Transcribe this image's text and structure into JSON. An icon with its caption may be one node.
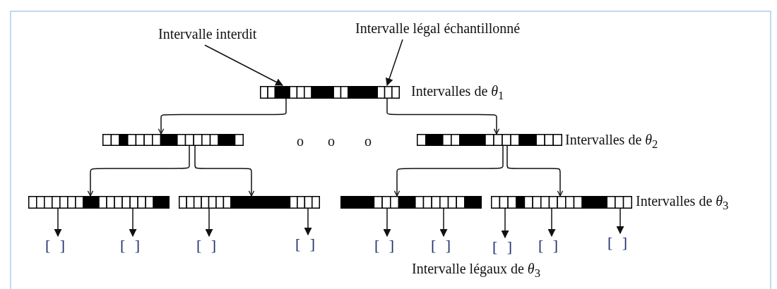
{
  "diagram": {
    "nodes": [
      {
        "text": [
          "Intervalle interdit"
        ]
      },
      {
        "text": [
          "Intervalle légal échantillonné"
        ]
      },
      {
        "text": [],
        "shape": "bar",
        "beside": [
          "Intervalles de *θ*$_{1}$"
        ]
      },
      {
        "text": [],
        "shape": "bar"
      },
      {
        "text": [],
        "shape": "bar",
        "beside": [
          "Intervalles de *θ*$_{2}$"
        ]
      },
      {
        "text": [],
        "shape": "bar"
      },
      {
        "text": [],
        "shape": "bar"
      },
      {
        "text": [],
        "shape": "bar"
      },
      {
        "text": [],
        "shape": "bar",
        "beside": [
          "Intervalles de *θ*$_{3}$"
        ]
      },
      {
        "text": [
          "[ ]"
        ]
      },
      {
        "text": [
          "[ ]"
        ]
      },
      {
        "text": [
          "[ ]"
        ]
      },
      {
        "text": [
          "[ ]"
        ]
      },
      {
        "text": [
          "[ ]"
        ]
      },
      {
        "text": [
          "[ ]"
        ]
      },
      {
        "text": [
          "[ ]"
        ]
      },
      {
        "text": [
          "[ ]"
        ]
      },
      {
        "text": [
          "[ ]"
        ]
      }
    ],
    "edges": [
      {
        "from": 0,
        "to": 2,
        "arrow": "to"
      },
      {
        "from": 1,
        "to": 2,
        "arrow": "to"
      },
      {
        "from": 2,
        "to": 3,
        "arrow": "to"
      },
      {
        "from": 2,
        "to": 4,
        "arrow": "to"
      },
      {
        "from": 3,
        "to": 5,
        "arrow": "to"
      },
      {
        "from": 3,
        "to": 6,
        "arrow": "to"
      },
      {
        "from": 4,
        "to": 7,
        "arrow": "to"
      },
      {
        "from": 4,
        "to": 8,
        "arrow": "to"
      },
      {
        "from": 5,
        "to": 9,
        "arrow": "to"
      },
      {
        "from": 5,
        "to": 10,
        "arrow": "to"
      },
      {
        "from": 6,
        "to": 11,
        "arrow": "to"
      },
      {
        "from": 6,
        "to": 12,
        "arrow": "to"
      },
      {
        "from": 7,
        "to": 13,
        "arrow": "to"
      },
      {
        "from": 7,
        "to": 14,
        "arrow": "to"
      },
      {
        "from": 8,
        "to": 15,
        "arrow": "to"
      },
      {
        "from": 8,
        "to": 16,
        "arrow": "to"
      },
      {
        "from": 8,
        "to": 17,
        "arrow": "to"
      }
    ],
    "labels": [
      "o",
      "o",
      "o",
      "Intervalle légaux de *θ*$_{3}$"
    ]
  }
}
